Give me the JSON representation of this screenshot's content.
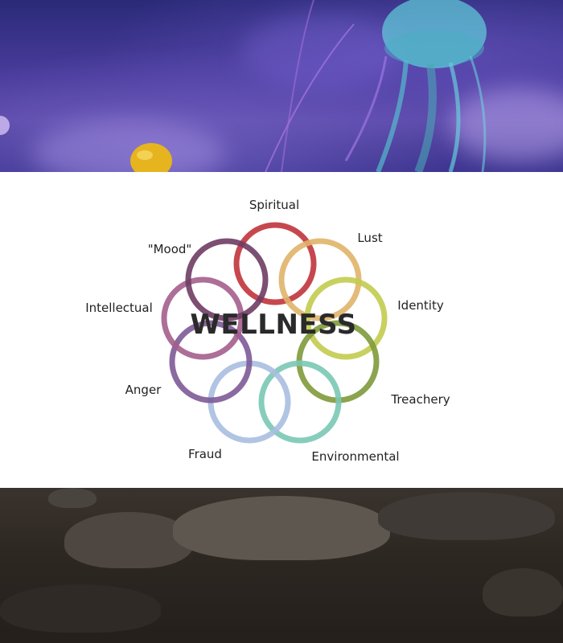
{
  "diagram": {
    "center_label": "WELLNESS",
    "rings": [
      {
        "label": "Spiritual",
        "color": "#c0343b"
      },
      {
        "label": "Lust",
        "color": "#e0b46a"
      },
      {
        "label": "Identity",
        "color": "#c2cc4e"
      },
      {
        "label": "Treachery",
        "color": "#7e9a3a"
      },
      {
        "label": "Environmental",
        "color": "#7ac8b4"
      },
      {
        "label": "Fraud",
        "color": "#a8bee0"
      },
      {
        "label": "Anger",
        "color": "#7d5a96"
      },
      {
        "label": "Intellectual",
        "color": "#a45e8c"
      },
      {
        "label": "\"Mood\"",
        "color": "#6e3c64"
      }
    ]
  },
  "colors": {
    "banner_top": "#3b3190",
    "banner_bottom": "#2a241f",
    "jellyfish": "#5fd0d8",
    "jellyfish_small": "#e0b020"
  }
}
